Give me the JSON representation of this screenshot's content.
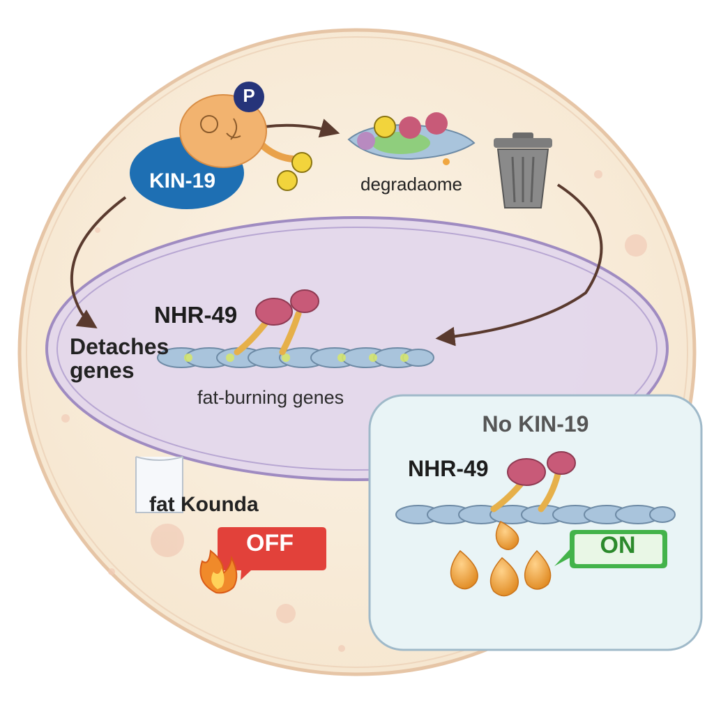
{
  "labels": {
    "kin19": "KIN-19",
    "phospho": "P",
    "degradome": "degradaome",
    "nhr49": "NHR-49",
    "detaches": "Detaches\ngenes",
    "fat_burning_genes": "fat-burning genes",
    "fat_bound": "fat Kounda",
    "off": "OFF",
    "no_kin19": "No KIN-19",
    "nhr49_panel": "NHR-49",
    "on": "ON"
  },
  "colors": {
    "cell_fill": "#f8ecd8",
    "cell_border": "#e6c5a6",
    "nucleus_fill": "#e3d8ec",
    "nucleus_border": "#9b86c0",
    "kin19_blue": "#1e6fb3",
    "kinase_orange": "#f2b36f",
    "phospho_navy": "#26347a",
    "arrow_brown": "#5a3a2e",
    "off_red": "#e2413a",
    "on_green": "#43b34a",
    "panel_fill": "#e9f4f6",
    "panel_border": "#9fb9c9",
    "dna_blue": "#a9c4dc",
    "nhr_pink": "#c85a78",
    "fat_droplet": "#f0a640",
    "trash_gray": "#8a8a8a"
  },
  "icons": [
    "trash-can-icon",
    "flame-icon",
    "fat-droplet-icon",
    "phosphate-icon",
    "dna-helix-icon"
  ]
}
